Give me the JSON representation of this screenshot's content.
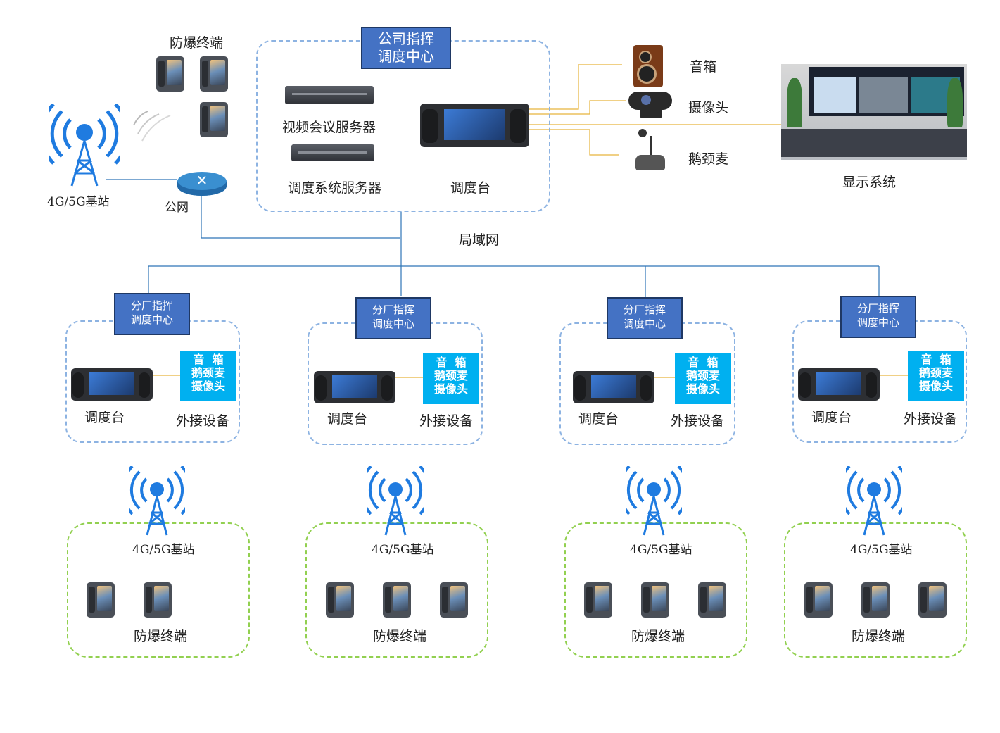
{
  "hq": {
    "title_line1": "公司指挥",
    "title_line2": "调度中心",
    "video_server": "视频会议服务器",
    "dispatch_server": "调度系统服务器",
    "console": "调度台"
  },
  "top_left": {
    "terminals": "防爆终端",
    "base_station": "4G/5G基站",
    "public_net": "公网"
  },
  "peripherals": {
    "speaker": "音箱",
    "camera": "摄像头",
    "mic": "鹅颈麦",
    "display": "显示系统"
  },
  "lan": "局域网",
  "branches": [
    {
      "title_line1": "分厂指挥",
      "title_line2": "调度中心",
      "console": "调度台",
      "ext_line1": "音  箱",
      "ext_line2": "鹅颈麦",
      "ext_line3": "摄像头",
      "ext_label": "外接设备",
      "base_station": "4G/5G基站",
      "terminals": "防爆终端",
      "phones": 2
    },
    {
      "title_line1": "分厂指挥",
      "title_line2": "调度中心",
      "console": "调度台",
      "ext_line1": "音  箱",
      "ext_line2": "鹅颈麦",
      "ext_line3": "摄像头",
      "ext_label": "外接设备",
      "base_station": "4G/5G基站",
      "terminals": "防爆终端",
      "phones": 3
    },
    {
      "title_line1": "分厂指挥",
      "title_line2": "调度中心",
      "console": "调度台",
      "ext_line1": "音  箱",
      "ext_line2": "鹅颈麦",
      "ext_line3": "摄像头",
      "ext_label": "外接设备",
      "base_station": "4G/5G基站",
      "terminals": "防爆终端",
      "phones": 3
    },
    {
      "title_line1": "分厂指挥",
      "title_line2": "调度中心",
      "console": "调度台",
      "ext_line1": "音  箱",
      "ext_line2": "鹅颈麦",
      "ext_line3": "摄像头",
      "ext_label": "外接设备",
      "base_station": "4G/5G基站",
      "terminals": "防爆终端",
      "phones": 3
    }
  ],
  "colors": {
    "title_fill": "#4472c4",
    "ext_fill": "#00b0f0",
    "hq_dash": "#8db3e2",
    "field_dash": "#92d050",
    "lan_line": "#2e75b6",
    "peripheral_line": "#e7b53c"
  }
}
